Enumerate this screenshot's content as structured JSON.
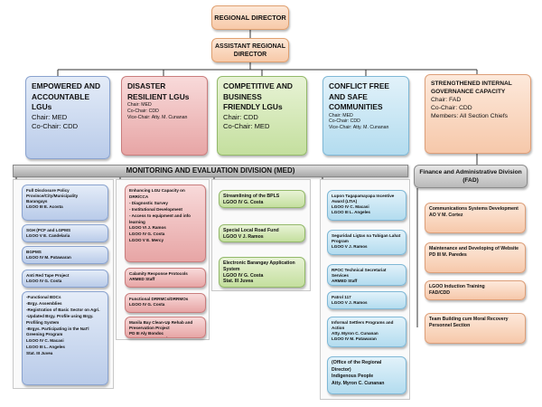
{
  "regional_director": "REGIONAL DIRECTOR",
  "assistant_director": "ASSISTANT REGIONAL DIRECTOR",
  "clusters": {
    "empowered": {
      "title": "EMPOWERED AND ACCOUNTABLE LGUs",
      "chair": "Chair: MED",
      "cochair": "Co-Chair: CDD"
    },
    "disaster": {
      "title": "DISASTER RESILIENT LGUs",
      "chair": "Chair: MED",
      "cochair": "Co-Chair: CDD",
      "vicechair": "Vice-Chair: Atty. M. Cunanan"
    },
    "competitive": {
      "title": "COMPETITIVE AND BUSINESS FRIENDLY LGUs",
      "chair": "Chair: CDD",
      "cochair": "Co-Chair: MED"
    },
    "conflict": {
      "title": "CONFLICT FREE AND SAFE COMMUNITIES",
      "chair": "Chair: MED",
      "cochair": "Co-Chair: CDD",
      "vicechair": "Vice-Chair: Atty. M. Cunanan"
    },
    "governance": {
      "title": "STRENGTHENED INTERNAL GOVERNANCE CAPACITY",
      "chair": "Chair: FAD",
      "cochair": "Co-Chair: CDD",
      "members": "Members: All Section Chiefs"
    }
  },
  "med_bar": "MONITORING AND EVALUATION DIVISION (MED)",
  "fad_label": "Finance and Administrative Division (FAD)",
  "col1": [
    "Full Disclosure Policy\nProvince/City/Municipality\nBarangays\nLGOO III E. Acosta",
    "SGH (PCF and LGPMS\nLGOO V E. Candelaria",
    "BGPMS\nLGOO IV M. Patawaran",
    "Anti Red Tape Project\nLGOO IV G. Costa",
    "-Functional BDCs\n-Brgy. Assemblies\n-Registration of Basic Sector on Agri.\n-Updated Brgy. Profile using Brgy. Profiling System\n-Brgys. Participating in the Nat'l Greening Program\nLGOO IV C. Macasi\nLGOO III L. Angeles\nStat. III Juvea"
  ],
  "col2": [
    "Enhancing LGU Capacity on DRR/CCA\n- Diagnostic Survey\n- Institutional Development\n- Access to equipment and info learning\nLGOO VI J. Ramos\nLGOO IV G. Costa\nLGOO V E. Mercy",
    "Calamity Response Protocols\nARMED Staff",
    "Functional DRRMCs/DRRMOs\nLGOO IV G. Costa",
    "Manila Bay Clean-Up Rehab and Preservation Project\nPD III Aly Bondoc\nPD I Lyssa Fernando"
  ],
  "col3": [
    "Streamlining of the BPLS\nLGOO IV G. Costa",
    "Special Local Road Fund\nLGOO V J. Ramos",
    "Electronic Barangay Application System\nLGOO IV G. Costa\nStat. III Juvea"
  ],
  "col4": [
    "Lupon Tagapamayapa Incentive Award (LTIA)\nLGOO IV C. Macasi\nLGOO III L. Angeles",
    "Seguridad Ligtas na Tubigan Lahat Program\nLGOO V J. Ramos",
    "RPOC Technical Secretariat Services\nARMED Staff",
    "Patrol 117\nLGOO V J. Ramos",
    "Informal Settlers Programs and Action\nAtty. Myron C. Cunanan\nLGOO IV M. Patawaran",
    "(Office of the Regional Director)\nIndigenous People\nAtty. Myron C. Cunanan"
  ],
  "col5": [
    "Communications Systems Development\nAO V M. Cortez",
    "Maintenance and Developing of Website\nPD III M. Paredes",
    "LGOO Induction Training\nFAD/CDD",
    "Team Building cum Moral Recovery\nPersonnel Section"
  ]
}
